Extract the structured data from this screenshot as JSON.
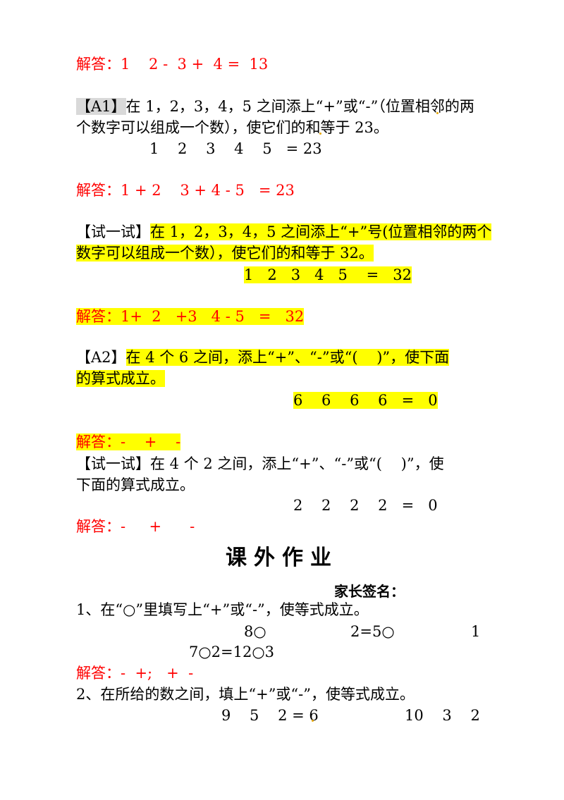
{
  "answer_prev": "解答：1    2 -  3 +  4 =  13",
  "a1": {
    "tag": "【A1】",
    "line1": "在 1，2，3，4，5 之间添上“+”或“-”（位置相邻的两",
    "line2": "个数字可以组成一个数），使它们的和等于 23。",
    "equation": "1    2    3    4    5   = 23",
    "answer": "解答：1 + 2    3 + 4 - 5   = 23"
  },
  "try1": {
    "tag": "【试一试】",
    "line1": "在 1，2，3，4，5 之间添上“+”号(位置相邻的两个",
    "line2": "数字可以组成一个数），使它们的和等于 32。",
    "equation": "1   2   3   4   5    =   32",
    "answer": "解答：1+  2   +3   4 - 5   =   32"
  },
  "a2": {
    "tag": "【A2】",
    "line1": "在 4 个 6 之间，添上“+”、“-”或“(    )”，使下面",
    "line2": "的算式成立。",
    "equation": "6    6    6    6   =   0",
    "answer": "解答：-    +    -"
  },
  "try2": {
    "tag": "【试一试】",
    "line1": "在 4 个 2 之间，添上“+”、“-”或“(    )”，使",
    "line2": "下面的算式成立。",
    "equation": "2    2    2    2   =   0",
    "answer": "解答：-     +      -"
  },
  "homework": {
    "title": "课外作业",
    "signature": "家长签名：",
    "q1": "1、在“○”里填写上“+”或“-”，使等式成立。",
    "q1_eq_a": "8○",
    "q1_eq_b": "2=5○",
    "q1_eq_c": "1",
    "q1_eq_d": "7○2=12○3",
    "q1_answer": "解答：-  +;   +  -",
    "q2": "2、在所给的数之间，填上“+”或“-”，使等式成立。",
    "q2_eq_a": "9    5    2 = 6",
    "q2_eq_b": "10    3    2"
  }
}
